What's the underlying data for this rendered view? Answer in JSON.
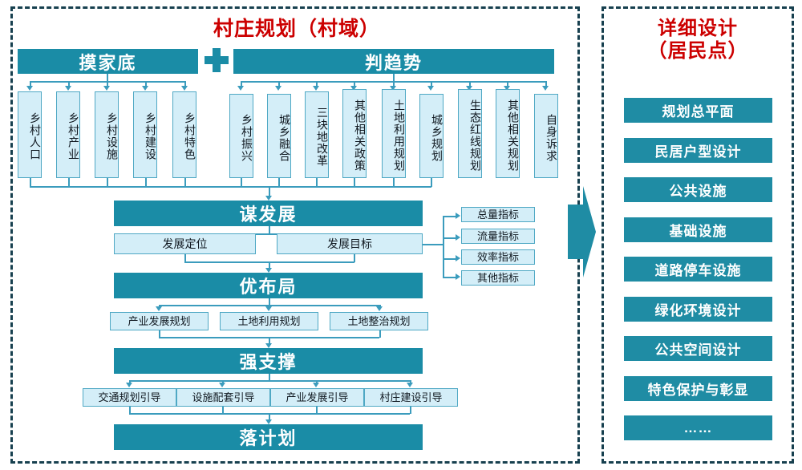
{
  "left_panel": {
    "title": "村庄规划（村域）",
    "header_a": "摸家底",
    "plus": "+",
    "header_b": "判趋势",
    "group_a_items": [
      "乡村人口",
      "乡村产业",
      "乡村设施",
      "乡村建设",
      "乡村特色"
    ],
    "group_b_items": [
      "乡村振兴",
      "城乡融合",
      "三块地改革",
      "其他相关政策",
      "土地利用规划",
      "城乡规划",
      "生态红线规划",
      "其他相关规划",
      "自身诉求"
    ],
    "stage_1": "谋发展",
    "stage_1_children": [
      "发展定位",
      "发展目标"
    ],
    "indicators": [
      "总量指标",
      "流量指标",
      "效率指标",
      "其他指标"
    ],
    "stage_2": "优布局",
    "stage_2_children": [
      "产业发展规划",
      "土地利用规划",
      "土地整治规划"
    ],
    "stage_3": "强支撑",
    "stage_3_children": [
      "交通规划引导",
      "设施配套引导",
      "产业发展引导",
      "村庄建设引导"
    ],
    "stage_4": "落计划"
  },
  "right_panel": {
    "title_line1": "详细设计",
    "title_line2": "（居民点）",
    "items": [
      "规划总平面",
      "民居户型设计",
      "公共设施",
      "基础设施",
      "道路停车设施",
      "绿化环境设计",
      "公共空间设计",
      "特色保护与彰显",
      "……"
    ]
  },
  "colors": {
    "teal": "#1a8ca6",
    "light_blue": "#d4eef8",
    "box_border": "#4fa8c4",
    "title_red": "#cc0000",
    "frame": "#17404f"
  }
}
